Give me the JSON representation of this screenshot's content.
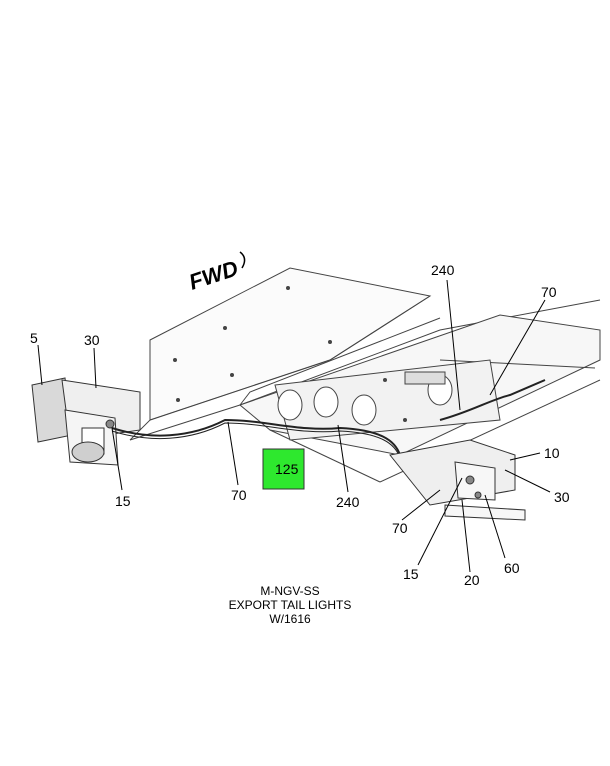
{
  "orientation_label": "FWD",
  "callouts": {
    "c5": "5",
    "c30_left": "30",
    "c15_left": "15",
    "c70_left": "70",
    "c240_bottom": "240",
    "c240_top": "240",
    "c70_top": "70",
    "c10": "10",
    "c30_right": "30",
    "c70_right": "70",
    "c15_right": "15",
    "c20": "20",
    "c60": "60"
  },
  "highlight": {
    "label": "125",
    "color": "#2ee82e"
  },
  "caption": {
    "line1": "M-NGV-SS",
    "line2": "EXPORT TAIL LIGHTS",
    "line3": "W/1616"
  }
}
